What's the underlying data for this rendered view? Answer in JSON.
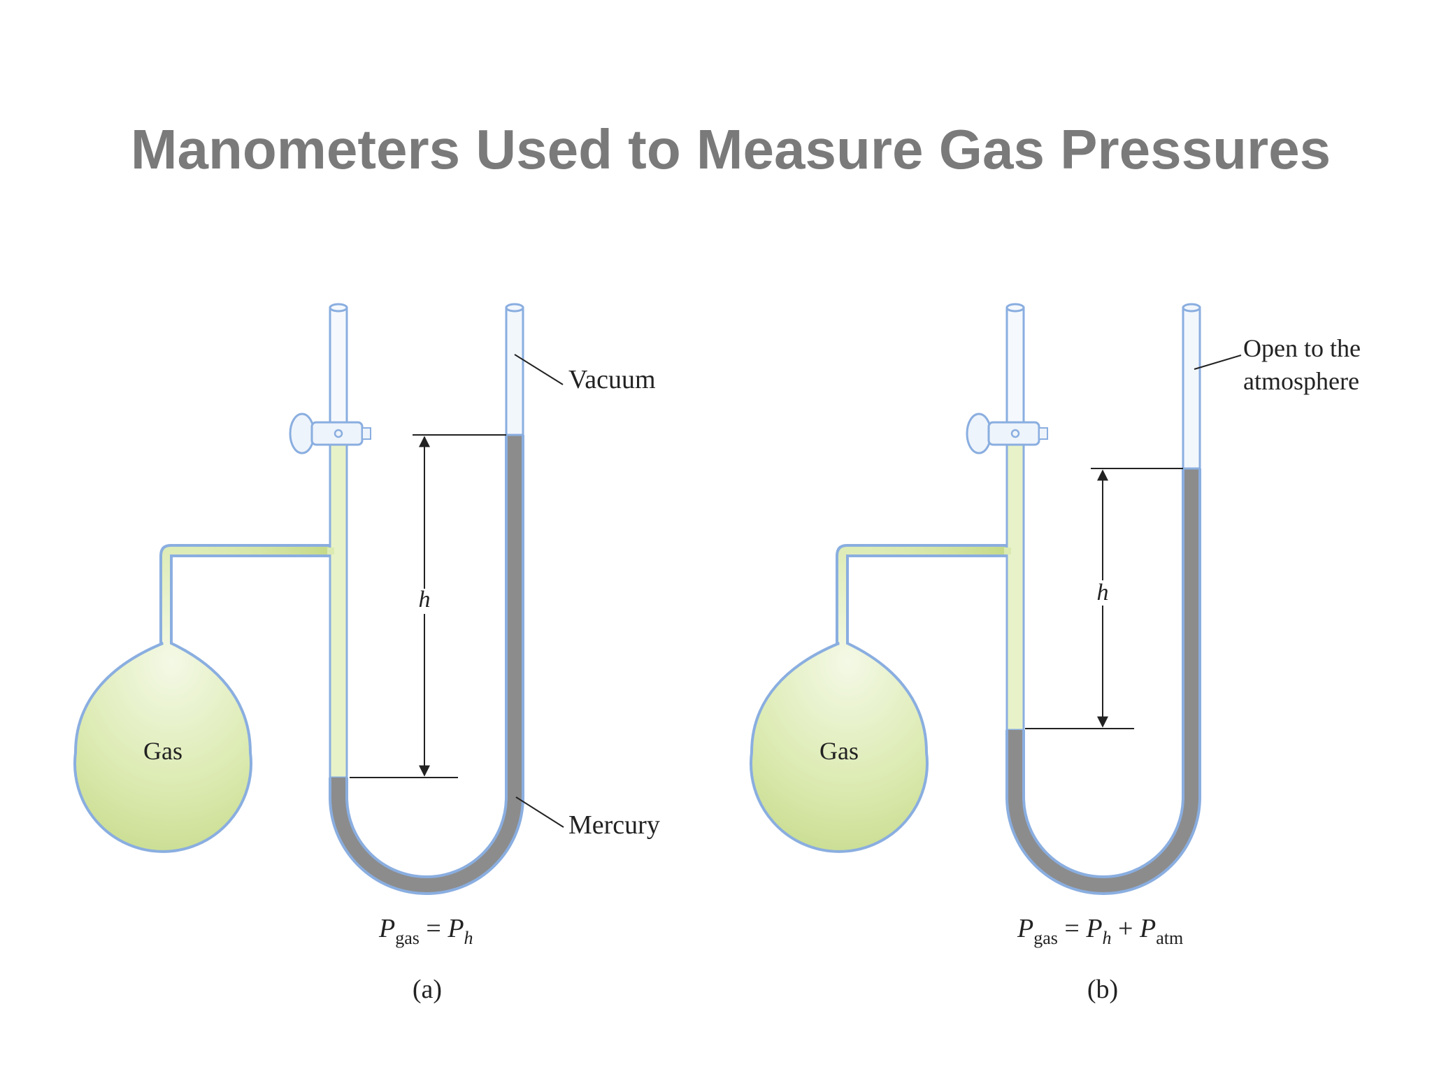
{
  "title": "Manometers Used to Measure Gas Pressures",
  "colors": {
    "title": "#7a7a7a",
    "glass_outline": "#8aaee0",
    "gas_fill": "#dbeab0",
    "mercury": "#8c8c8c",
    "vacuum_tube": "#eef4fb"
  },
  "panel_a": {
    "gas_label": "Gas",
    "vacuum_label": "Vacuum",
    "mercury_label": "Mercury",
    "height_label": "h",
    "equation": {
      "P": "P",
      "gas": "gas",
      "eq": " = ",
      "P2": "P",
      "h": "h"
    },
    "caption": "(a)"
  },
  "panel_b": {
    "gas_label": "Gas",
    "open_label_line1": "Open to the",
    "open_label_line2": "atmosphere",
    "height_label": "h",
    "equation": {
      "P": "P",
      "gas": "gas",
      "eq": " = ",
      "P2": "P",
      "h": "h",
      "plus": " + ",
      "P3": "P",
      "atm": "atm"
    },
    "caption": "(b)"
  }
}
